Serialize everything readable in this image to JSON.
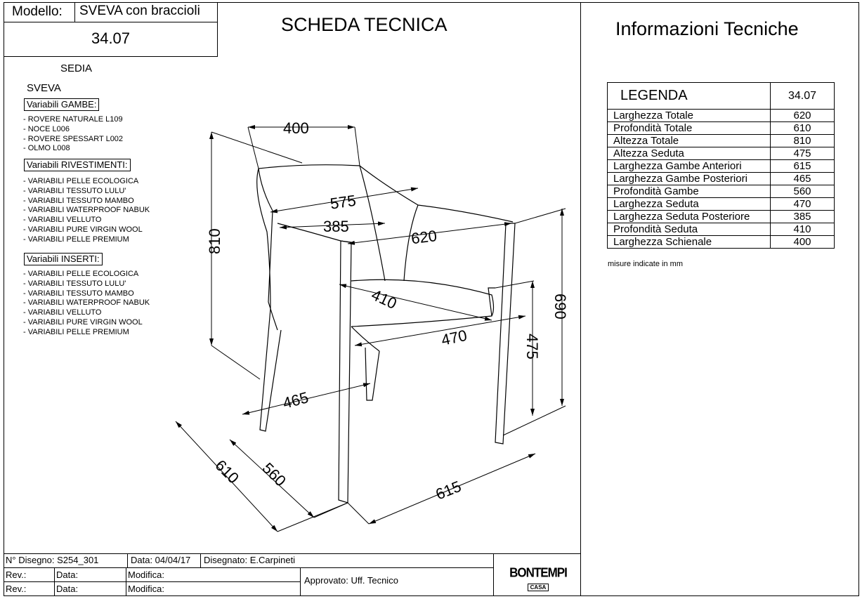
{
  "header": {
    "model_label": "Modello:",
    "model_name": "SVEVA con braccioli",
    "code": "34.07",
    "title": "SCHEDA TECNICA",
    "info_title": "Informazioni Tecniche"
  },
  "product": {
    "type": "SEDIA",
    "name": "SVEVA"
  },
  "variants": [
    {
      "title": "Variabili GAMBE:",
      "items": [
        "- ROVERE NATURALE L109",
        "- NOCE L006",
        "- ROVERE SPESSART L002",
        "- OLMO  L008"
      ]
    },
    {
      "title": "Variabili RIVESTIMENTI:",
      "items": [
        "- VARIABILI PELLE ECOLOGICA",
        "- VARIABILI TESSUTO LULU'",
        "- VARIABILI TESSUTO MAMBO",
        "- VARIABILI WATERPROOF NABUK",
        "- VARIABILI VELLUTO",
        "- VARIABILI PURE VIRGIN WOOL",
        "- VARIABILI PELLE PREMIUM"
      ]
    },
    {
      "title": "Variabili INSERTI:",
      "items": [
        "- VARIABILI PELLE ECOLOGICA",
        "- VARIABILI TESSUTO LULU'",
        "- VARIABILI TESSUTO MAMBO",
        "- VARIABILI WATERPROOF NABUK",
        "- VARIABILI VELLUTO",
        "- VARIABILI PURE VIRGIN WOOL",
        "- VARIABILI PELLE PREMIUM"
      ]
    }
  ],
  "dimensions": {
    "d400": "400",
    "d575": "575",
    "d385": "385",
    "d620": "620",
    "d810": "810",
    "d410": "410",
    "d470": "470",
    "d475": "475",
    "d690": "690",
    "d465": "465",
    "d560": "560",
    "d610": "610",
    "d615": "615"
  },
  "legend": {
    "title": "LEGENDA",
    "code": "34.07",
    "rows": [
      {
        "label": "Larghezza Totale",
        "value": "620"
      },
      {
        "label": "Profondità Totale",
        "value": "610"
      },
      {
        "label": "Altezza Totale",
        "value": "810"
      },
      {
        "label": "Altezza Seduta",
        "value": "475"
      },
      {
        "label": "Larghezza Gambe Anteriori",
        "value": "615"
      },
      {
        "label": "Larghezza Gambe Posteriori",
        "value": "465"
      },
      {
        "label": "Profondità Gambe",
        "value": "560"
      },
      {
        "label": "Larghezza Seduta",
        "value": "470"
      },
      {
        "label": "Larghezza Seduta Posteriore",
        "value": "385"
      },
      {
        "label": "Profondità Seduta",
        "value": "410"
      },
      {
        "label": "Larghezza Schienale",
        "value": "400"
      }
    ],
    "note": "misure indicate in mm"
  },
  "title_block": {
    "drawing_no": "N° Disegno: S254_301",
    "date": "Data: 04/04/17",
    "drawn_by": "Disegnato: E.Carpineti",
    "rev": "Rev.:",
    "data": "Data:",
    "modifica": "Modifica:",
    "approved": "Approvato: Uff. Tecnico",
    "logo_text": "BONTEMPI",
    "logo_sub": "CASA"
  }
}
